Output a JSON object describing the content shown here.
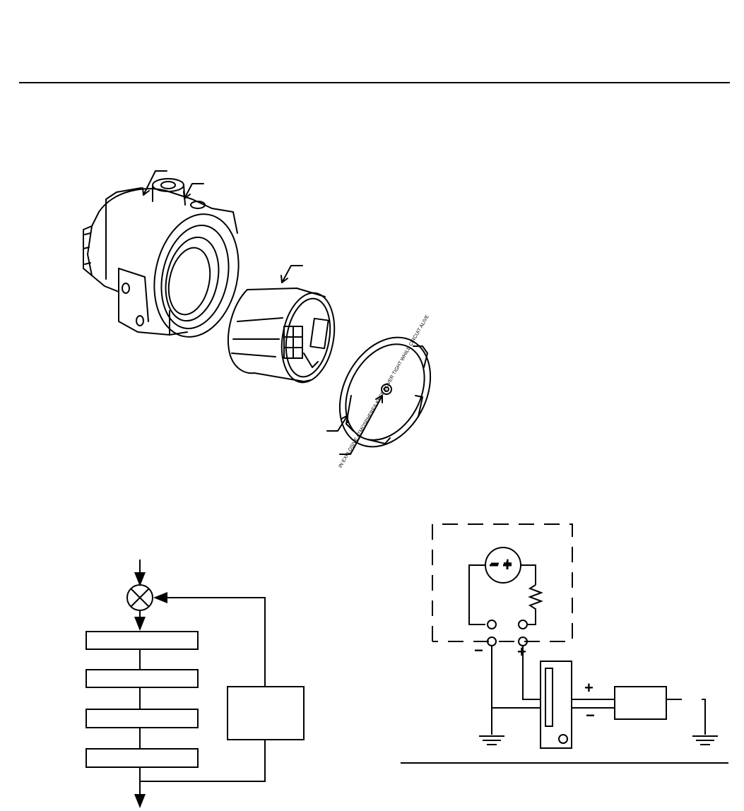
{
  "colors": {
    "ink": "#000000",
    "paper": "#ffffff",
    "shade": "#d9d9d9"
  },
  "figures": [
    {
      "id": "exploded-housing-view",
      "parts": [
        "housing",
        "conduit-entry",
        "electronics-module",
        "cover",
        "cover-centre-screw"
      ],
      "cover_text": "IN EXPLOSIVE ATMOSPHERES KEEP COVER TIGHT WHILE CIRCUIT ALIVE"
    },
    {
      "id": "feedback-block-diagram",
      "stage_count": 4,
      "has_summing_junction": true,
      "has_feedback_block": true
    },
    {
      "id": "loop-wiring-schematic",
      "terminals": {
        "upper_minus": "−",
        "upper_plus": "+",
        "field_minus": "−",
        "field_plus": "+",
        "line_plus": "+",
        "line_minus": "−"
      }
    }
  ]
}
